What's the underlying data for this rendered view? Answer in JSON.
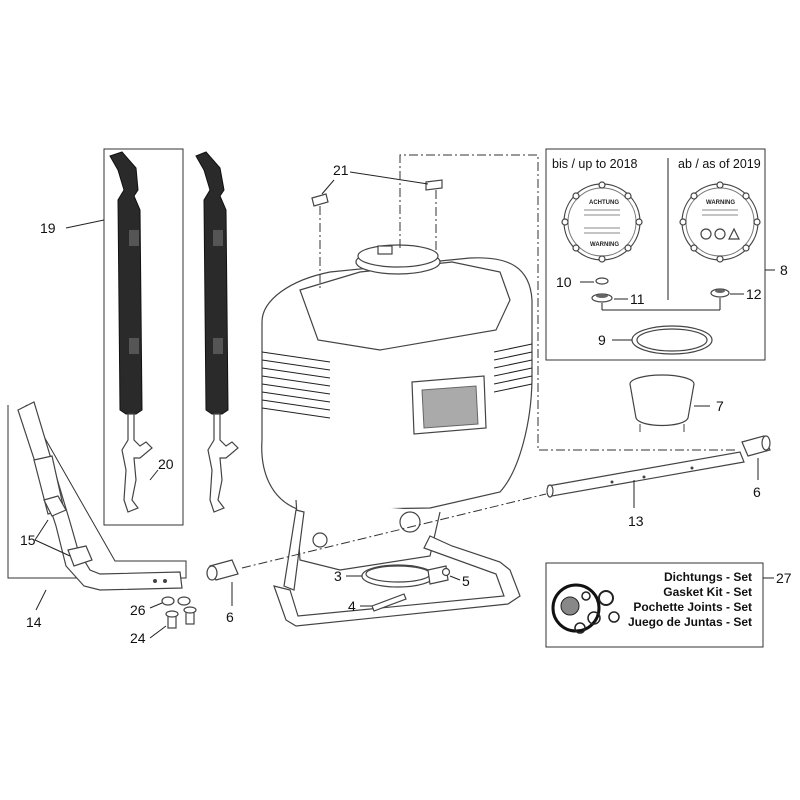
{
  "labels": {
    "p3": "3",
    "p4": "4",
    "p5": "5",
    "p6a": "6",
    "p6b": "6",
    "p7": "7",
    "p8": "8",
    "p9": "9",
    "p10": "10",
    "p11": "11",
    "p12": "12",
    "p13": "13",
    "p14": "14",
    "p15": "15",
    "p19": "19",
    "p20": "20",
    "p21": "21",
    "p24": "24",
    "p26": "26",
    "p27": "27"
  },
  "lid_panel": {
    "old_caption": "bis / up to 2018",
    "new_caption": "ab / as of 2019",
    "old_lid_text": "ACHTUNG",
    "old_lid_text_flipped": "WARNING",
    "new_lid_text": "WARNING"
  },
  "gasket_kit": {
    "lines": [
      "Dichtungs - Set",
      "Gasket Kit - Set",
      "Pochette Joints - Set",
      "Juego de Juntas - Set"
    ]
  }
}
